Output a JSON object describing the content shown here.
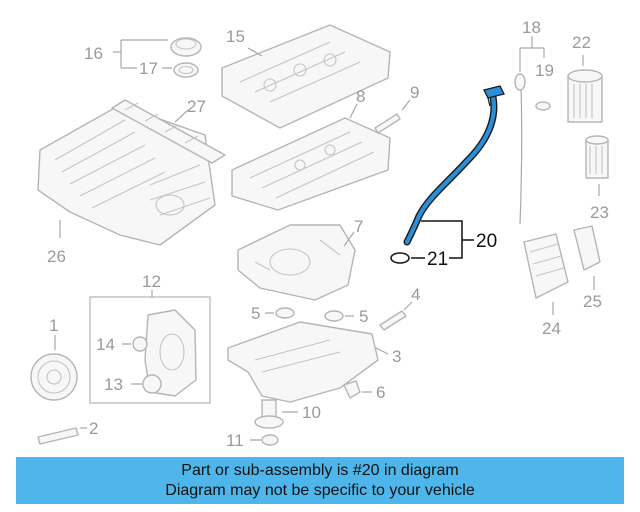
{
  "callouts": {
    "c1": "1",
    "c2": "2",
    "c3": "3",
    "c4": "4",
    "c5a": "5",
    "c5b": "5",
    "c6": "6",
    "c7": "7",
    "c8": "8",
    "c9": "9",
    "c10": "10",
    "c11": "11",
    "c12": "12",
    "c13": "13",
    "c14": "14",
    "c15": "15",
    "c16": "16",
    "c17": "17",
    "c18": "18",
    "c19": "19",
    "c20": "20",
    "c21": "21",
    "c22": "22",
    "c23": "23",
    "c24": "24",
    "c25": "25",
    "c26": "26",
    "c27": "27"
  },
  "highlight_color": "#2a8fd6",
  "banner": {
    "line1": "Part or sub-assembly is #20 in diagram",
    "line2": "Diagram may not be specific to your vehicle",
    "background": "#4fb6ec"
  }
}
